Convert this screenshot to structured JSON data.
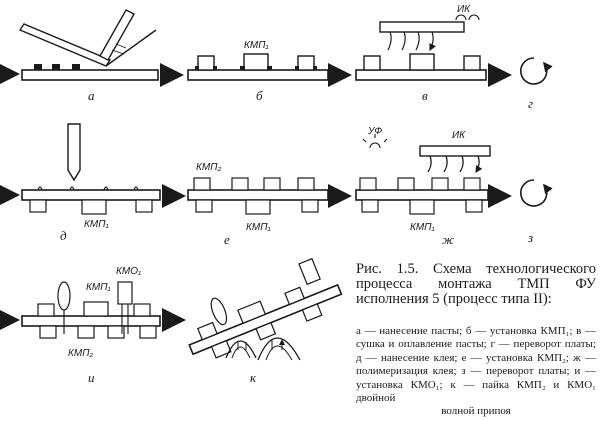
{
  "figure": {
    "caption": "Рис. 1.5. Схема технологического процесса монтажа ТМП ФУ исполнения 5 (процесс типа II):",
    "legend_main": "а — нанесение пасты; б — установка КМП₁; в — сушка и оплавление пасты; г — переворот платы; д — нанесение клея; е — установка КМП₂; ж — полимеризация клея; з — переворот платы; и — установка КМО₁; к — пайка КМП₂ и КМО₁ двойной",
    "legend_last": "волной припоя"
  },
  "steps": [
    {
      "letter": "а"
    },
    {
      "letter": "б"
    },
    {
      "letter": "в"
    },
    {
      "letter": "г"
    },
    {
      "letter": "д"
    },
    {
      "letter": "е"
    },
    {
      "letter": "ж"
    },
    {
      "letter": "з"
    },
    {
      "letter": "и"
    },
    {
      "letter": "к"
    }
  ],
  "tags": {
    "kmp1": "КМП₁",
    "kmp2": "КМП₂",
    "kmo1": "КМО₁",
    "ik": "ИК",
    "uf": "УФ"
  },
  "colors": {
    "ink": "#1a1a1a",
    "paper": "#ffffff"
  }
}
